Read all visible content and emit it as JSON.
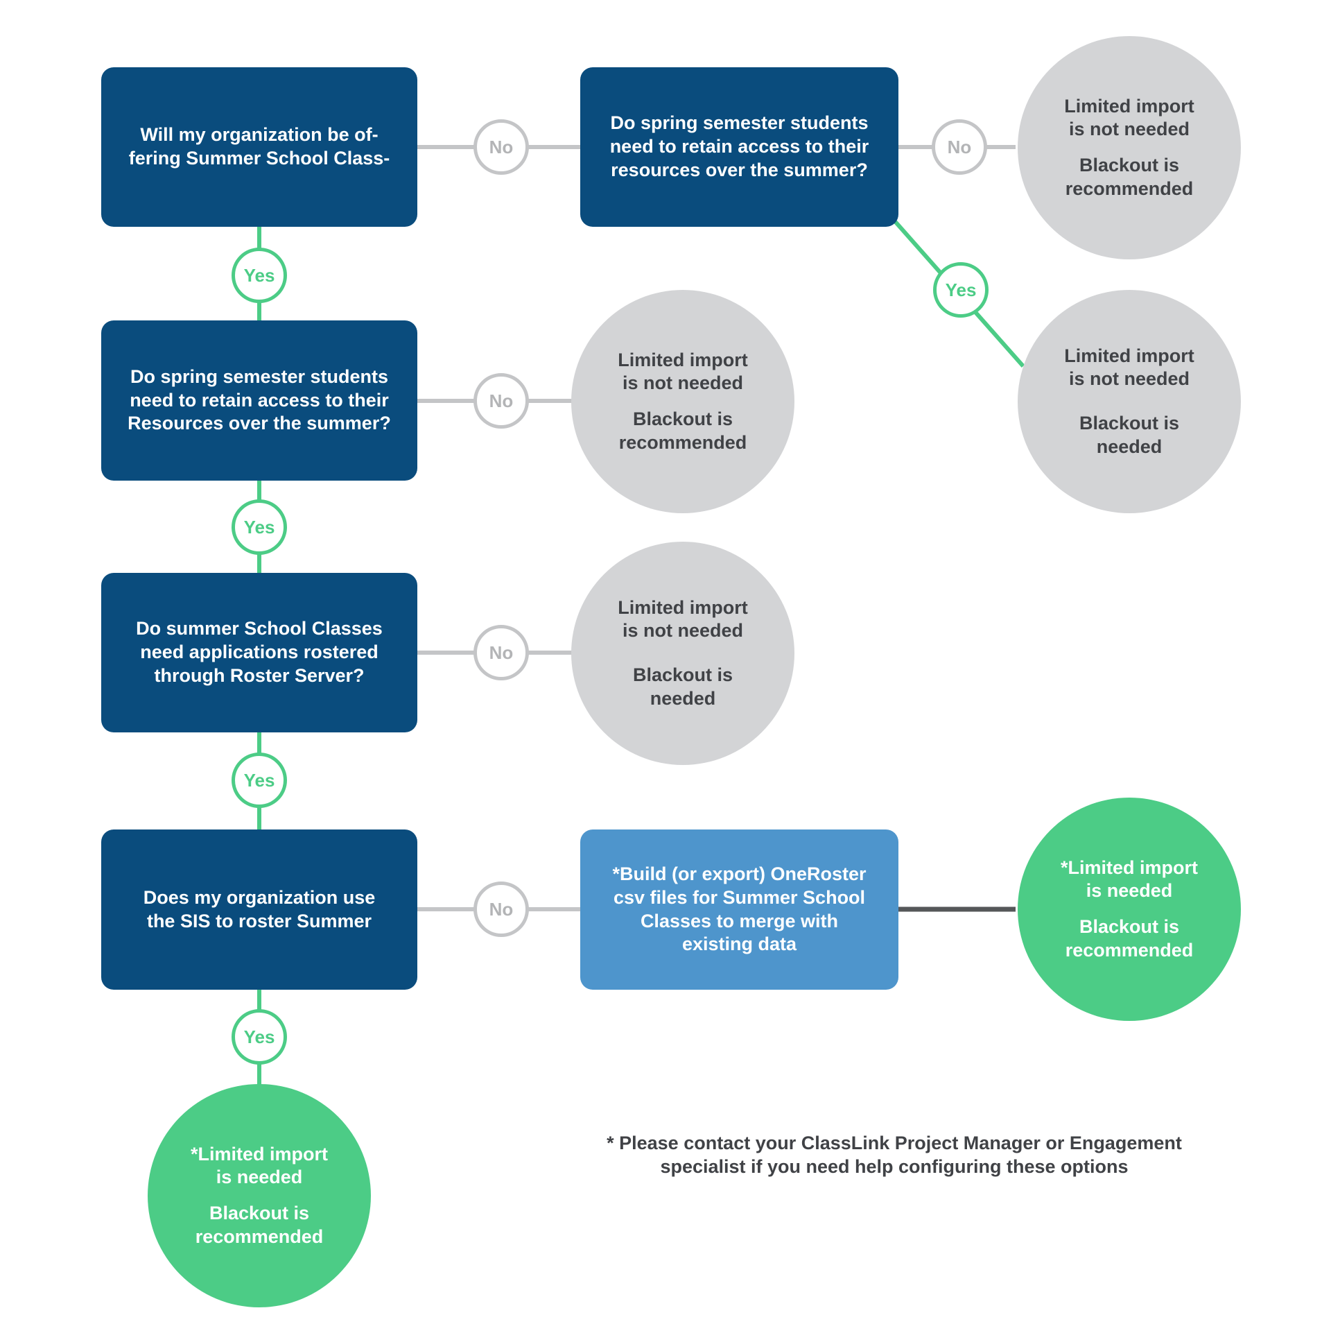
{
  "colors": {
    "question_box": "#0a4c7d",
    "action_box": "#4e95cc",
    "outcome_grey": "#d3d4d6",
    "outcome_green": "#4ccc86",
    "yes_accent": "#4ccc86",
    "no_accent": "#c4c5c7",
    "text_dark": "#404246"
  },
  "questions": {
    "q1": [
      "Will my organization be of-",
      "fering Summer School Class-"
    ],
    "q2": [
      "Do spring semester students",
      "need to retain access to their",
      "resources over the summer?"
    ],
    "q3": [
      "Do spring semester students",
      "need to retain access to their",
      "Resources over the summer?"
    ],
    "q4": [
      "Do summer School Classes",
      "need applications rostered",
      "through Roster Server?"
    ],
    "q5": [
      "Does my organization use",
      "the SIS to roster Summer"
    ]
  },
  "action": [
    "*Build (or export) OneRoster",
    "csv files for Summer School",
    "Classes to merge with",
    "existing data"
  ],
  "outcomes": {
    "o1": {
      "line1": [
        "Limited import",
        "is not needed"
      ],
      "line2": [
        "Blackout is",
        "recommended"
      ]
    },
    "o2": {
      "line1": [
        "Limited import",
        "is not needed"
      ],
      "line2": [
        "Blackout is",
        "needed"
      ]
    },
    "o3": {
      "line1": [
        "Limited import",
        "is not needed"
      ],
      "line2": [
        "Blackout is",
        "recommended"
      ]
    },
    "o4": {
      "line1": [
        "Limited import",
        "is not needed"
      ],
      "line2": [
        "Blackout is",
        "needed"
      ]
    },
    "o5": {
      "line1": [
        "*Limited import",
        "is needed"
      ],
      "line2": [
        "Blackout is",
        "recommended"
      ]
    },
    "o6": {
      "line1": [
        "*Limited import",
        "is needed"
      ],
      "line2": [
        "Blackout is",
        "recommended"
      ]
    }
  },
  "labels": {
    "no": "No",
    "yes": "Yes"
  },
  "footnote": [
    "* Please contact your ClassLink Project Manager or Engagement",
    "specialist if you need help configuring these options"
  ]
}
